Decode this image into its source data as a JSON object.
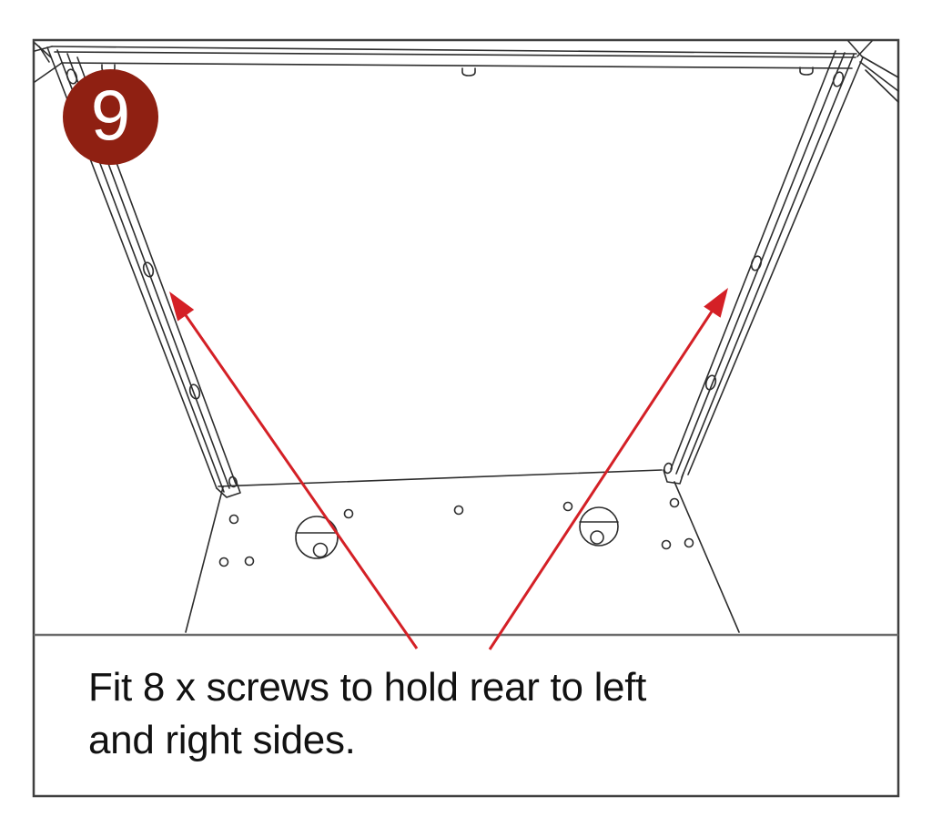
{
  "step": {
    "number": "9"
  },
  "instruction": {
    "line1": "Fit 8 x screws to hold rear to left",
    "line2": "and right sides."
  },
  "figure": {
    "description": "Perspective line drawing looking down into the cabinet: rear top rail spanning the frame, left and right side rails with screw holes converging to the base panel, which has cam-lock wheels and pilot holes",
    "annotations": [
      {
        "type": "arrow",
        "points_to": "left side rail"
      },
      {
        "type": "arrow",
        "points_to": "right side rail"
      }
    ]
  },
  "colors": {
    "badge": "#8f2012",
    "arrow": "#d42026",
    "line_art": "#2d2d2d",
    "frame": "#3f3f3f",
    "separator": "#6b6b6b",
    "text": "#121212",
    "background": "#ffffff"
  }
}
